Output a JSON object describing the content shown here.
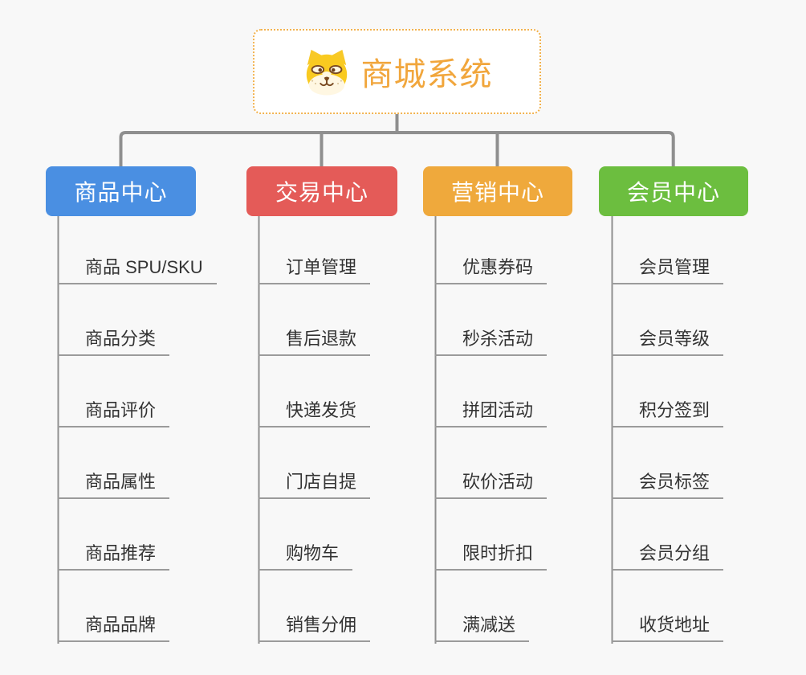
{
  "root": {
    "title": "商城系统",
    "icon": "shiba-dog-icon"
  },
  "branches": [
    {
      "label": "商品中心",
      "color": "#4a8fe2",
      "items": [
        "商品 SPU/SKU",
        "商品分类",
        "商品评价",
        "商品属性",
        "商品推荐",
        "商品品牌"
      ]
    },
    {
      "label": "交易中心",
      "color": "#e45b58",
      "items": [
        "订单管理",
        "售后退款",
        "快递发货",
        "门店自提",
        "购物车",
        "销售分佣"
      ]
    },
    {
      "label": "营销中心",
      "color": "#efa93c",
      "items": [
        "优惠券码",
        "秒杀活动",
        "拼团活动",
        "砍价活动",
        "限时折扣",
        "满减送"
      ]
    },
    {
      "label": "会员中心",
      "color": "#6cbe3f",
      "items": [
        "会员管理",
        "会员等级",
        "积分签到",
        "会员标签",
        "会员分组",
        "收货地址"
      ]
    }
  ],
  "colors": {
    "background": "#f8f8f8",
    "root_border": "#f2b24e",
    "root_title": "#f1a63c",
    "connector": "#8f8f8f",
    "leaf_underline": "#9b9b9b",
    "leaf_text": "#333333"
  }
}
